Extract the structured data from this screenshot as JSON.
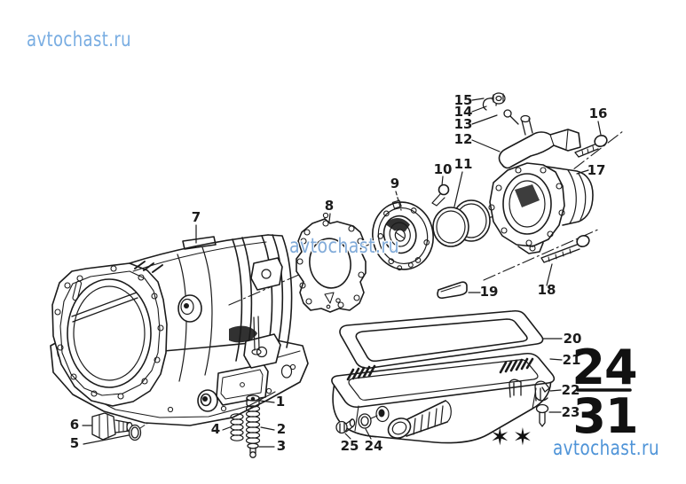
{
  "page": {
    "background": "#ffffff",
    "ink": "#1b1b1b"
  },
  "watermarks": {
    "top_left": {
      "text": "avtochast.ru",
      "color": "#79ade2"
    },
    "center": {
      "text": "avtochast.ru",
      "color": "#6b9cd2"
    },
    "bottom_right": {
      "text": "avtochast.ru",
      "color": "#4f94d8"
    }
  },
  "page_ref": {
    "numerator": "24",
    "denominator": "31"
  },
  "footnote": {
    "stars": "✶✶"
  },
  "callouts": [
    {
      "label": "1"
    },
    {
      "label": "2"
    },
    {
      "label": "3"
    },
    {
      "label": "4"
    },
    {
      "label": "5"
    },
    {
      "label": "6"
    },
    {
      "label": "7"
    },
    {
      "label": "8"
    },
    {
      "label": "9"
    },
    {
      "label": "10"
    },
    {
      "label": "11"
    },
    {
      "label": "12"
    },
    {
      "label": "13"
    },
    {
      "label": "14"
    },
    {
      "label": "15"
    },
    {
      "label": "16"
    },
    {
      "label": "17"
    },
    {
      "label": "18"
    },
    {
      "label": "19"
    },
    {
      "label": "20"
    },
    {
      "label": "21"
    },
    {
      "label": "22"
    },
    {
      "label": "23"
    },
    {
      "label": "24"
    },
    {
      "label": "25"
    }
  ]
}
